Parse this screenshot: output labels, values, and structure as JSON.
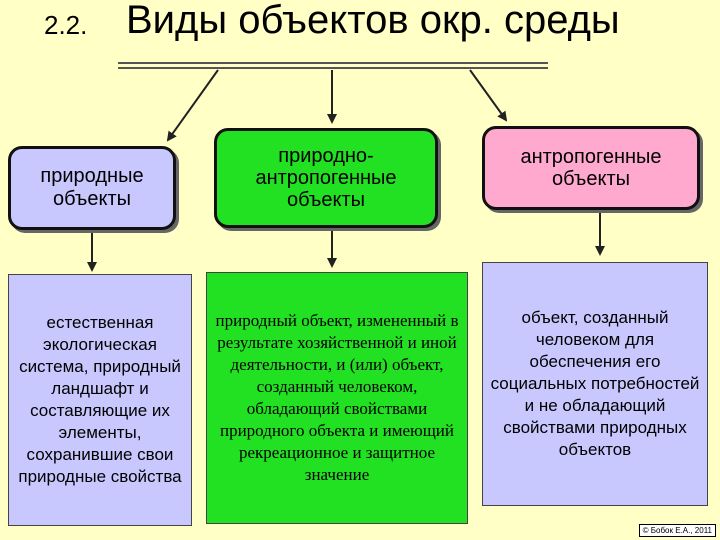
{
  "header": {
    "number": "2.2.",
    "title": "Виды объектов окр. среды"
  },
  "nodes": {
    "natural": {
      "label": "природные объекты",
      "color": "#C8C8FF"
    },
    "natural_anthropogenic": {
      "label": "природно-антропогенные объекты",
      "color": "#22E022"
    },
    "anthropogenic": {
      "label": "антропогенные объекты",
      "color": "#FFA9CF"
    }
  },
  "descriptions": {
    "natural": {
      "text": "естественная экологическая система, природный ландшафт и составляющие их элементы, сохранившие свои природные свойства",
      "color": "#C8C8FF"
    },
    "natural_anthropogenic": {
      "text": "природный объект, измененный в результате хозяйственной и иной деятельности, и (или) объект, созданный человеком, обладающий свойствами природного объекта и имеющий рекреационное и защитное значение",
      "color": "#22E022"
    },
    "anthropogenic": {
      "text": "объект, созданный человеком для обеспечения его социальных потребностей и не обладающий свойствами природных объектов",
      "color": "#C8C8FF"
    }
  },
  "footer": {
    "credit": "© Бобок Е.А., 2011"
  }
}
